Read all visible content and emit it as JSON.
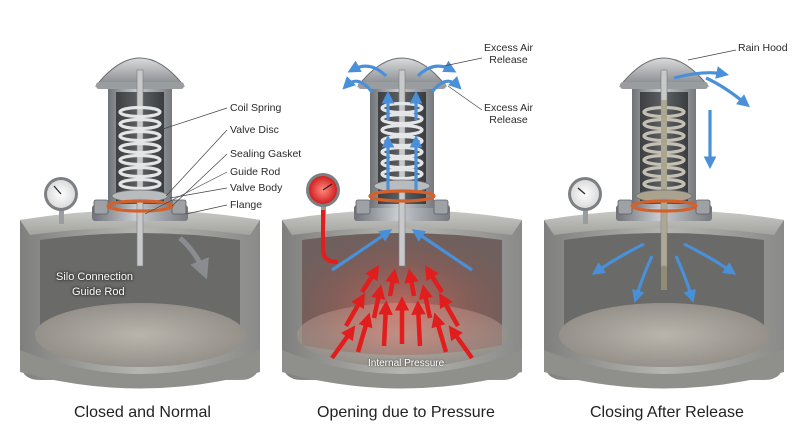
{
  "panels": [
    {
      "caption": "Closed and Normal",
      "callouts": [
        "Coil Spring",
        "Valve Disc",
        "Sealing Gasket",
        "Guide Rod",
        "Valve Body",
        "Flange"
      ],
      "inner_labels": [
        "Silo Connection",
        "Guide Rod"
      ]
    },
    {
      "caption": "Opening due to Pressure",
      "callouts": [
        "Excess Air\nRelease",
        "Excess Air\nRelease"
      ],
      "pressure_label": "Internal Pressure"
    },
    {
      "caption": "Closing After Release",
      "callouts": [
        "Rain Hood"
      ]
    }
  ],
  "colors": {
    "concrete": "#9a9a98",
    "steel": "#8c8f92",
    "spring": "#b8bcc0",
    "gasket": "#d4612b",
    "pressure_arrow": "#e11d1d",
    "air_arrow": "#4a90d9",
    "rust": "#7a6a3a"
  }
}
